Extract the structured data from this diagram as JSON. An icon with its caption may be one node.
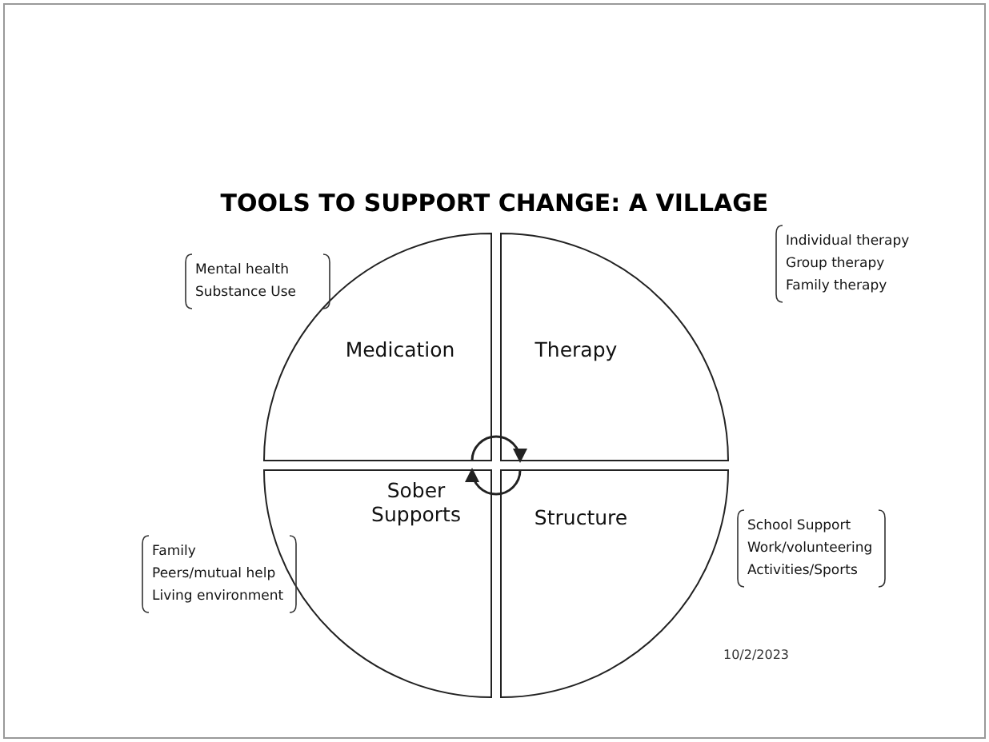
{
  "diagram": {
    "title": "TOOLS TO SUPPORT CHANGE: A VILLAGE",
    "nodes": [
      {
        "text": [
          "Medication"
        ],
        "beside": [
          "Mental health",
          "Substance Use"
        ]
      },
      {
        "text": [
          "Therapy"
        ],
        "beside": [
          "Individual therapy",
          "Group therapy",
          "Family therapy"
        ]
      },
      {
        "text": [
          "Sober Supports"
        ],
        "beside": [
          "Family",
          "Peers/mutual help",
          "Living environment"
        ]
      },
      {
        "text": [
          "Structure"
        ],
        "beside": [
          "School Support",
          "Work/volunteering",
          "Activities/Sports"
        ]
      }
    ],
    "edges": [
      {
        "from": 0,
        "to": 1,
        "arrow": "to"
      },
      {
        "from": 3,
        "to": 2,
        "arrow": "to"
      }
    ],
    "labels": [
      "10/2/2023"
    ]
  }
}
